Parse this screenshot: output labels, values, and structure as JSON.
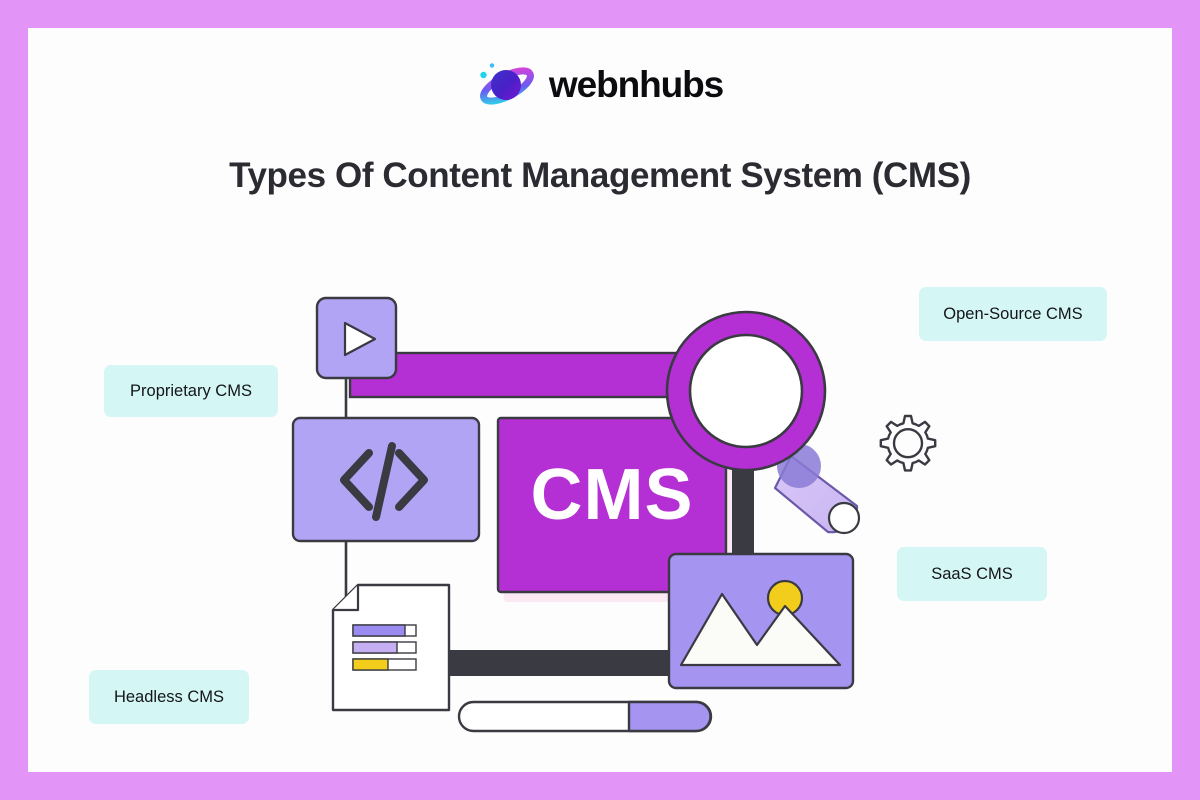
{
  "canvas": {
    "border_color": "#e394f7",
    "background": "#fdfdfd"
  },
  "header": {
    "logo_icon": "planet-saturn-icon",
    "logo_text": "webnhubs",
    "title": "Types Of Content Management System (CMS)"
  },
  "labels": [
    {
      "id": "proprietary",
      "text": "Proprietary CMS"
    },
    {
      "id": "open-source",
      "text": "Open-Source CMS"
    },
    {
      "id": "saas",
      "text": "SaaS CMS"
    },
    {
      "id": "headless",
      "text": "Headless CMS"
    }
  ],
  "illustration": {
    "center_panel_text": "CMS",
    "icons": [
      "play-button-icon",
      "code-brackets-icon",
      "document-icon",
      "magnifier-icon",
      "gear-icon",
      "image-photo-icon",
      "progress-bar-icon"
    ]
  },
  "colors": {
    "frame": "#e394f7",
    "magenta": "#b42fd4",
    "light_purple": "#a594f0",
    "lavender": "#b1a4f5",
    "chip_bg": "#d4f7f6",
    "dark_stroke": "#3a3a42",
    "yellow": "#f2cd1b",
    "white": "#ffffff"
  }
}
